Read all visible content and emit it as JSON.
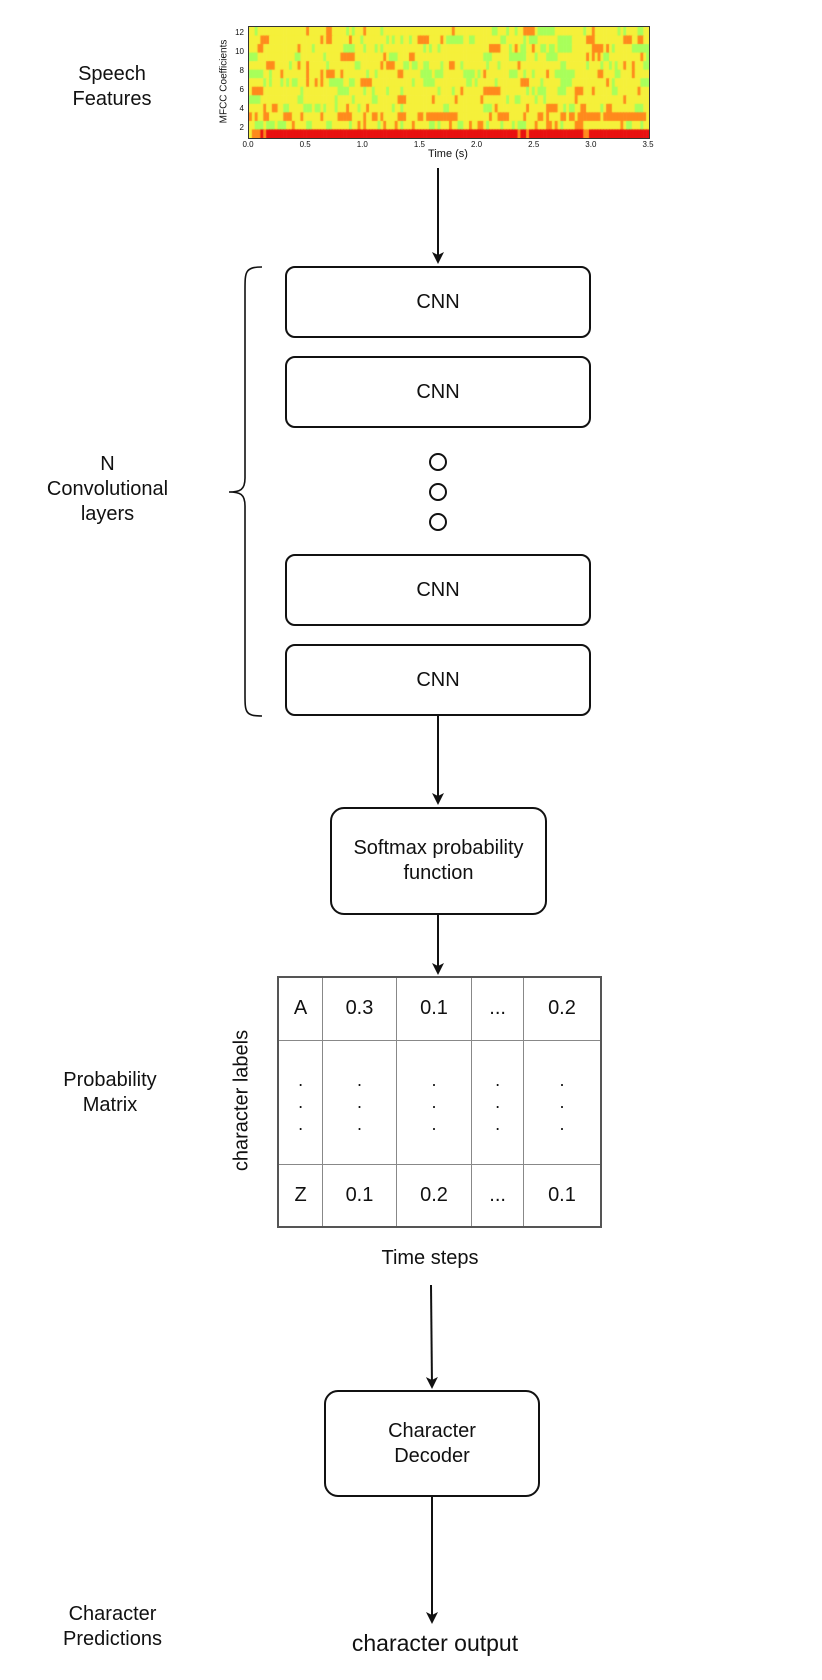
{
  "labels": {
    "speech_features": [
      "Speech",
      "Features"
    ],
    "conv_layers": [
      "N",
      "Convolutional",
      "layers"
    ],
    "probability_matrix": [
      "Probability",
      "Matrix"
    ],
    "character_predictions": [
      "Character",
      "Predictions"
    ]
  },
  "mfcc_plot": {
    "y_axis_title": "MFCC Coefficients",
    "x_axis_title": "Time (s)",
    "y_ticks": [
      "12",
      "10",
      "8",
      "6",
      "4",
      "2"
    ],
    "x_ticks": [
      "0.0",
      "0.5",
      "1.0",
      "1.5",
      "2.0",
      "2.5",
      "3.0",
      "3.5"
    ],
    "colormap": [
      "#1a3cff",
      "#2fd8ff",
      "#a8ff5a",
      "#f5f03a",
      "#ff8a1c",
      "#e81010"
    ]
  },
  "cnn_blocks": [
    "CNN",
    "CNN",
    "CNN",
    "CNN"
  ],
  "softmax": [
    "Softmax probability",
    "function"
  ],
  "matrix": {
    "y_axis_label": "character labels",
    "x_axis_label": "Time steps",
    "rows": [
      [
        "A",
        "0.3",
        "0.1",
        "...",
        "0.2"
      ],
      [
        "Z",
        "0.1",
        "0.2",
        "...",
        "0.1"
      ]
    ],
    "vertical_dots": "."
  },
  "decoder": [
    "Character",
    "Decoder"
  ],
  "output_text": "character output"
}
